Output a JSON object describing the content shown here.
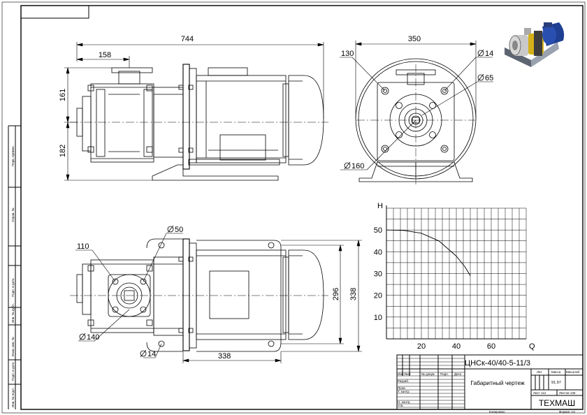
{
  "dimensions": {
    "length": "744",
    "flange_offset": "158",
    "upper_height": "161",
    "lower_height": "182",
    "width": "350",
    "bolt_circle_offset": "130",
    "hole_dia": "14",
    "bore_dia": "65",
    "flange_dia": "160",
    "top_hole_dia": "50",
    "top_offset": "110",
    "top_flange_dia": "140",
    "base_hole_dia": "14",
    "base_length": "338",
    "base_width": "296",
    "overall_width": "338"
  },
  "chart_data": {
    "type": "line",
    "xlabel": "Q",
    "ylabel": "H",
    "x_ticks": [
      "20",
      "40",
      "60"
    ],
    "y_ticks": [
      "10",
      "20",
      "30",
      "40",
      "50"
    ],
    "xlim": [
      0,
      80
    ],
    "ylim": [
      0,
      60
    ],
    "grid": true,
    "series": [
      {
        "x": [
          0,
          10,
          20,
          30,
          40,
          45,
          48
        ],
        "y": [
          50,
          49.8,
          48.5,
          45,
          38,
          33,
          29
        ]
      }
    ]
  },
  "title_block": {
    "designation": "ЦНСк-40/40-5-11/3",
    "doc_title": "Габаритный чертеж",
    "company": "ТЕХМАШ",
    "col_lit": "Лит",
    "col_mass": "Масса",
    "col_scale": "Масштаб",
    "mass_value": "91.97",
    "sheet": "Лист 112",
    "sheets": "Листов 136",
    "row_izm": "Изм",
    "row_list": "Лист",
    "row_docnum": "№ докум.",
    "row_sign": "Подп.",
    "row_date": "Дата",
    "razrab": "Разраб.",
    "prov": "Пров.",
    "tkontr": "Т. контр.",
    "nkontr": "Н. контр.",
    "utv": "Утв.",
    "copied": "Копировал",
    "format": "Формат A3"
  },
  "side_stamp": {
    "perv_primen": "Перв. примен.",
    "sprav": "Справ. №",
    "podp_data1": "Подп. и дата",
    "inv_dubl": "Инв. № дубл.",
    "vzam_inv": "Взам. инв. №",
    "podp_data2": "Подп. и дата",
    "inv_podl": "Инв. № подл."
  }
}
